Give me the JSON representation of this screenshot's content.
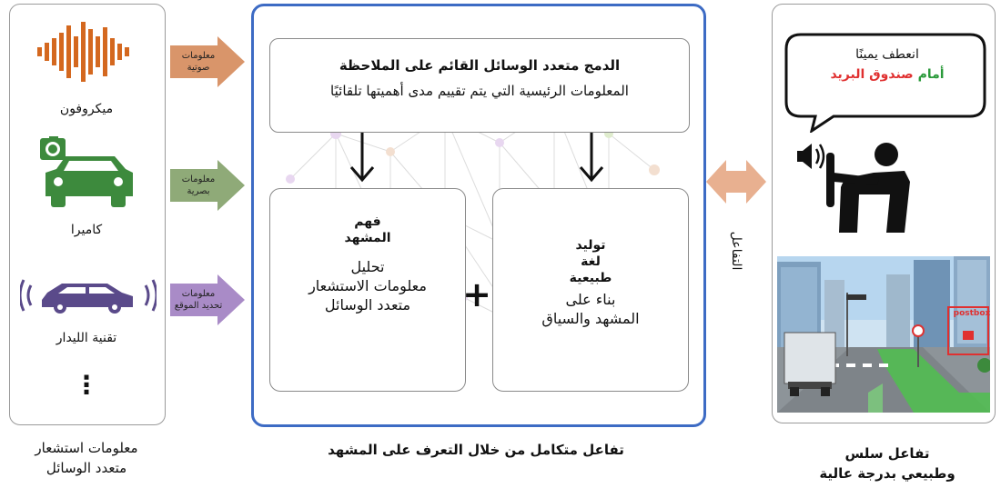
{
  "sensors": {
    "mic_label": "ميكروفون",
    "camera_label": "كاميرا",
    "lidar_label": "تقنية الليدار",
    "dots": "⋮",
    "caption_line1": "معلومات استشعار",
    "caption_line2": "متعدد الوسائل"
  },
  "input_arrows": {
    "audio_line1": "معلومات",
    "audio_line2": "صوتية",
    "visual_line1": "معلومات",
    "visual_line2": "بصرية",
    "location_line1": "معلومات",
    "location_line2": "تحديد الموقع"
  },
  "fusion": {
    "title": "الدمج متعدد الوسائل القائم على الملاحظة",
    "body": "المعلومات الرئيسية التي يتم تقييم مدى أهميتها تلقائيًا"
  },
  "understanding": {
    "title_line1": "فهم",
    "title_line2": "المشهد",
    "body_line1": "تحليل",
    "body_line2": "معلومات الاستشعار",
    "body_line3": "متعدد الوسائل"
  },
  "generation": {
    "title_line1": "توليد",
    "title_line2": "لغة",
    "title_line3": "طبيعية",
    "body_line1": "بناء على",
    "body_line2": "المشهد والسياق"
  },
  "plus": "+",
  "center_caption": "تفاعل متكامل من خلال التعرف على المشهد",
  "interaction_label": "التفاعل",
  "speech": {
    "line1": "انعطف يمينًا",
    "line2_part1": "أمام",
    "line2_part2": "صندوق البريد"
  },
  "postbox_label": "postbox",
  "right_caption": {
    "line1": "تفاعل سلس",
    "line2": "وطبيعي بدرجة عالية"
  },
  "colors": {
    "audio": "#d9956a",
    "visual": "#8faa78",
    "location": "#a98bc7",
    "blue_border": "#3d6bc4",
    "green_car": "#3d8a3d",
    "purple_car": "#5a4a8a",
    "orange_mic": "#d4681f",
    "interaction": "#e8b090",
    "red_text": "#e03030",
    "green_text": "#2a9a3a"
  }
}
